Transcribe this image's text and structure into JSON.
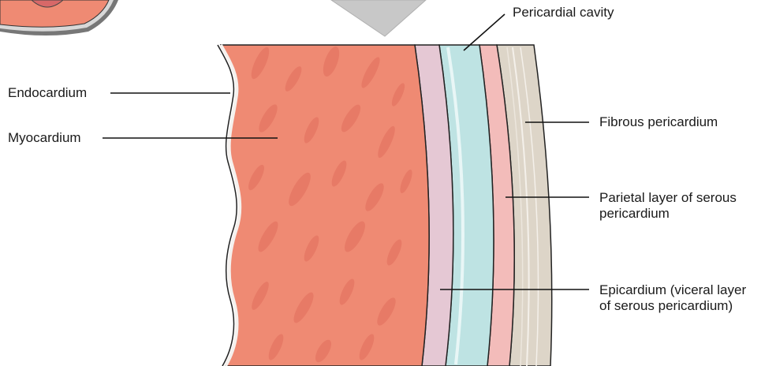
{
  "colors": {
    "myocardium": "#EF8A73",
    "myocardium_streak": "#E06D5C",
    "endocardium": "#F5F1EE",
    "epicardium": "#E5C8D4",
    "pericardial_cavity": "#BEE3E3",
    "parietal_layer": "#F3BCBA",
    "fibrous_pericardium": "#DDD5C8",
    "callout": "#C8C8C8",
    "leader_line": "#111111"
  },
  "labels": {
    "pericardial_cavity": "Pericardial cavity",
    "endocardium": "Endocardium",
    "myocardium": "Myocardium",
    "fibrous_pericardium": "Fibrous pericardium",
    "parietal_line1": "Parietal layer of serous",
    "parietal_line2": "pericardium",
    "epicardium_line1": "Epicardium (viceral layer",
    "epicardium_line2": "of serous pericardium)"
  }
}
